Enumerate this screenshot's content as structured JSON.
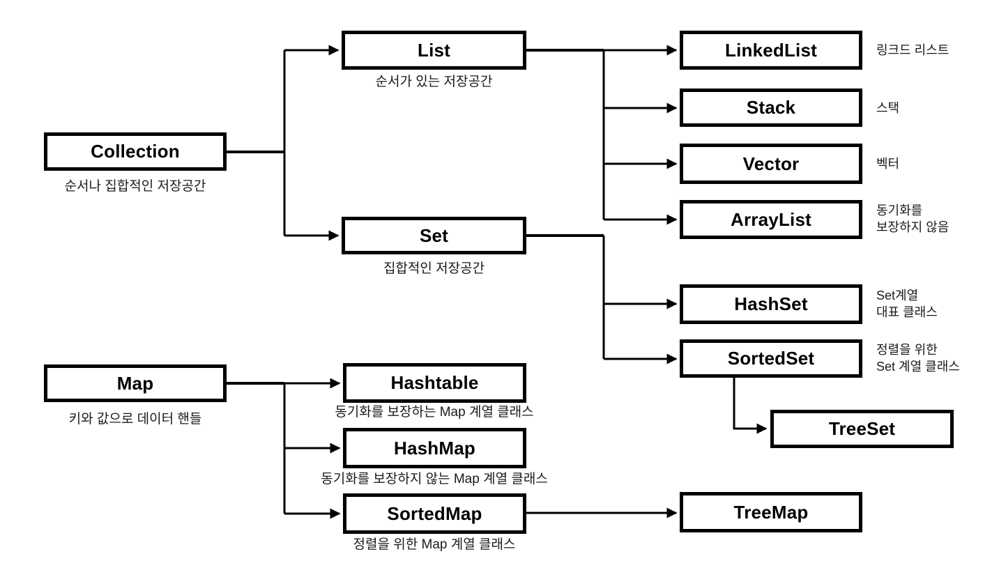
{
  "nodes": {
    "collection": {
      "label": "Collection",
      "caption": "순서나 집합적인 저장공간"
    },
    "list": {
      "label": "List",
      "caption": "순서가 있는 저장공간"
    },
    "set": {
      "label": "Set",
      "caption": "집합적인 저장공간"
    },
    "linkedlist": {
      "label": "LinkedList",
      "note": [
        "링크드 리스트"
      ]
    },
    "stack": {
      "label": "Stack",
      "note": [
        "스택"
      ]
    },
    "vector": {
      "label": "Vector",
      "note": [
        "벡터"
      ]
    },
    "arraylist": {
      "label": "ArrayList",
      "note": [
        "동기화를",
        "보장하지 않음"
      ]
    },
    "hashset": {
      "label": "HashSet",
      "note": [
        "Set계열",
        "대표 클래스"
      ]
    },
    "sortedset": {
      "label": "SortedSet",
      "note": [
        "정렬을 위한",
        "Set 계열 클래스"
      ]
    },
    "treeset": {
      "label": "TreeSet"
    },
    "map": {
      "label": "Map",
      "caption": "키와 값으로 데이터 핸들"
    },
    "hashtable": {
      "label": "Hashtable",
      "caption": "동기화를 보장하는 Map 계열 클래스"
    },
    "hashmap": {
      "label": "HashMap",
      "caption": "동기화를 보장하지 않는 Map 계열 클래스"
    },
    "sortedmap": {
      "label": "SortedMap",
      "caption": "정렬을 위한 Map 계열 클래스"
    },
    "treemap": {
      "label": "TreeMap"
    }
  },
  "edges": [
    {
      "from": "Collection",
      "to": "List"
    },
    {
      "from": "Collection",
      "to": "Set"
    },
    {
      "from": "List",
      "to": "LinkedList"
    },
    {
      "from": "List",
      "to": "Stack"
    },
    {
      "from": "List",
      "to": "Vector"
    },
    {
      "from": "List",
      "to": "ArrayList"
    },
    {
      "from": "Set",
      "to": "HashSet"
    },
    {
      "from": "Set",
      "to": "SortedSet"
    },
    {
      "from": "SortedSet",
      "to": "TreeSet"
    },
    {
      "from": "Map",
      "to": "Hashtable"
    },
    {
      "from": "Map",
      "to": "HashMap"
    },
    {
      "from": "Map",
      "to": "SortedMap"
    },
    {
      "from": "SortedMap",
      "to": "TreeMap"
    }
  ],
  "colors": {
    "background": "#ffffff",
    "box_border": "#000000",
    "line": "#000000",
    "text": "#1a1a1a"
  }
}
